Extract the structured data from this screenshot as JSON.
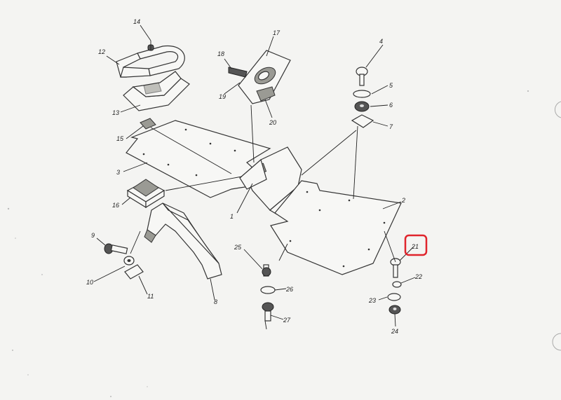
{
  "diagram": {
    "callouts": [
      {
        "id": "c1",
        "text": "1"
      },
      {
        "id": "c2",
        "text": "2"
      },
      {
        "id": "c3",
        "text": "3"
      },
      {
        "id": "c4",
        "text": "4"
      },
      {
        "id": "c5",
        "text": "5"
      },
      {
        "id": "c6",
        "text": "6"
      },
      {
        "id": "c7",
        "text": "7"
      },
      {
        "id": "c8",
        "text": "8"
      },
      {
        "id": "c9",
        "text": "9"
      },
      {
        "id": "c10",
        "text": "10"
      },
      {
        "id": "c11",
        "text": "11"
      },
      {
        "id": "c12",
        "text": "12"
      },
      {
        "id": "c13",
        "text": "13"
      },
      {
        "id": "c14",
        "text": "14"
      },
      {
        "id": "c15",
        "text": "15"
      },
      {
        "id": "c16",
        "text": "16"
      },
      {
        "id": "c17",
        "text": "17"
      },
      {
        "id": "c18",
        "text": "18"
      },
      {
        "id": "c19",
        "text": "19"
      },
      {
        "id": "c20",
        "text": "20"
      },
      {
        "id": "c21",
        "text": "21"
      },
      {
        "id": "c22",
        "text": "22"
      },
      {
        "id": "c23",
        "text": "23"
      },
      {
        "id": "c24",
        "text": "24"
      },
      {
        "id": "c25",
        "text": "25"
      },
      {
        "id": "c26",
        "text": "26"
      },
      {
        "id": "c27",
        "text": "27"
      }
    ],
    "highlight": {
      "callout": "21",
      "color": "#e0242c"
    }
  }
}
